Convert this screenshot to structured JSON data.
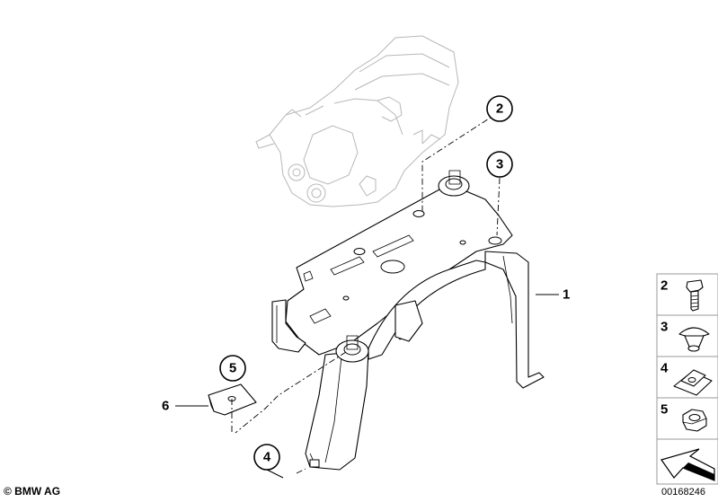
{
  "diagram": {
    "callouts": [
      {
        "id": "callout-2",
        "label": "2"
      },
      {
        "id": "callout-3",
        "label": "3"
      },
      {
        "id": "callout-5",
        "label": "5"
      },
      {
        "id": "callout-4",
        "label": "4"
      }
    ],
    "leader_labels": [
      {
        "id": "label-1",
        "label": "1"
      },
      {
        "id": "label-6",
        "label": "6"
      }
    ]
  },
  "legend": {
    "items": [
      {
        "number": "2",
        "icon": "bolt-icon"
      },
      {
        "number": "3",
        "icon": "push-rivet-icon"
      },
      {
        "number": "4",
        "icon": "clip-nut-icon"
      },
      {
        "number": "5",
        "icon": "hex-nut-icon"
      }
    ],
    "arrow_icon": "direction-arrow-icon"
  },
  "footer": {
    "copyright": "© BMW AG",
    "diagram_number": "00168246"
  }
}
